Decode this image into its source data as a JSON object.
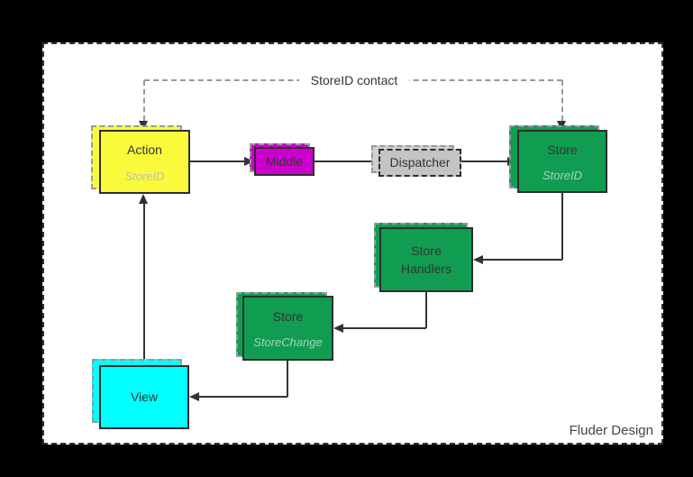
{
  "page": {
    "watermark": "Fluder Design"
  },
  "connectors": {
    "storeid_contact_label": "StoreID contact"
  },
  "nodes": {
    "action": {
      "label": "Action",
      "sub": "StoreID"
    },
    "middle": {
      "label": "Middle"
    },
    "dispatcher": {
      "label": "Dispatcher"
    },
    "store_top": {
      "label": "Store",
      "sub": "StoreID"
    },
    "store_handlers": {
      "label": "Store Handlers"
    },
    "store_change": {
      "label": "Store",
      "sub": "StoreChange"
    },
    "view": {
      "label": "View"
    }
  },
  "colors": {
    "action_fill": "#FAFA3C",
    "middle_fill": "#CC00CC",
    "dispatcher_fill": "#C4C4C4",
    "dispatcher_shadow_fill": "#CFCFCF",
    "store_fill": "#109D52",
    "view_fill": "#00FFFF",
    "solid_line": "#333333",
    "dashed_line": "#999999",
    "sub_on_green": "#A5D2BC",
    "sub_on_yellow": "#C0C0B8"
  }
}
